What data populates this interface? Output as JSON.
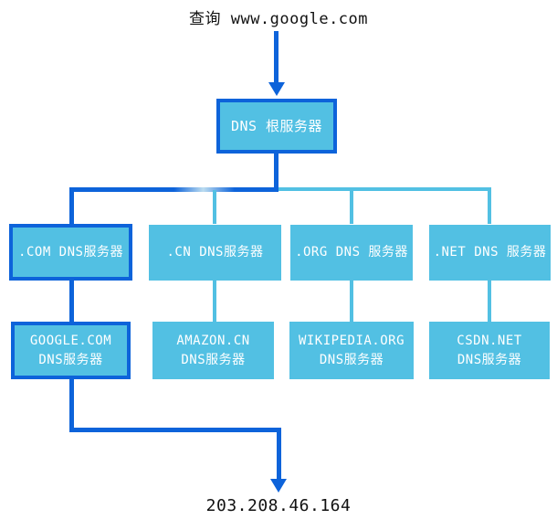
{
  "title": "查询 www.google.com",
  "result_ip": "203.208.46.164",
  "colors": {
    "highlight_blue": "#0d63da",
    "node_fill": "#52c0e3",
    "connector_light": "#52c0e3",
    "box_text": "#ffffff",
    "plain_text": "#111111"
  },
  "root": {
    "label": "DNS 根服务器",
    "highlighted": true
  },
  "tld_servers": [
    {
      "label": ".COM DNS服务器",
      "highlighted": true
    },
    {
      "label": ".CN DNS服务器",
      "highlighted": false
    },
    {
      "label": ".ORG DNS 服务器",
      "highlighted": false
    },
    {
      "label": ".NET DNS 服务器",
      "highlighted": false
    }
  ],
  "authoritative_servers": [
    {
      "line1": "GOOGLE.COM",
      "line2": "DNS服务器",
      "highlighted": true
    },
    {
      "line1": "AMAZON.CN",
      "line2": "DNS服务器",
      "highlighted": false
    },
    {
      "line1": "WIKIPEDIA.ORG",
      "line2": "DNS服务器",
      "highlighted": false
    },
    {
      "line1": "CSDN.NET",
      "line2": "DNS服务器",
      "highlighted": false
    }
  ],
  "icons": {
    "arrow_down": "arrow-down"
  }
}
